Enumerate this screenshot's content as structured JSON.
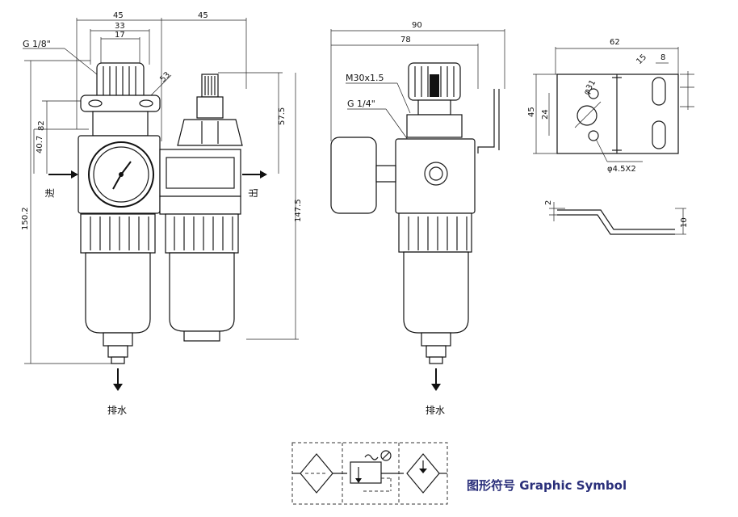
{
  "colors": {
    "line": "#111111",
    "symbol_text": "#2a2f7a",
    "background": "#ffffff"
  },
  "left_view": {
    "dims": {
      "width_a": "45",
      "width_b": "45",
      "d33": "33",
      "d17": "17",
      "d53": "53",
      "d82": "82",
      "d40_7": "40.7",
      "d57_5": "57.5",
      "d150_2": "150.2",
      "d147_5": "147.5"
    },
    "port_label": "G 1/8\"",
    "inlet_label": "进",
    "outlet_label": "出",
    "drain_label": "排水"
  },
  "middle_view": {
    "dims": {
      "d90": "90",
      "d78": "78"
    },
    "thread_label": "M30x1.5",
    "port_label": "G 1/4\"",
    "drain_label": "排水"
  },
  "bracket_view": {
    "dims": {
      "d62": "62",
      "d8": "8",
      "d15": "15",
      "d45": "45",
      "d24": "24",
      "d31": "φ31",
      "hole": "φ4.5X2",
      "d2": "2",
      "d10": "10"
    }
  },
  "symbol": {
    "title": "图形符号 Graphic Symbol"
  }
}
